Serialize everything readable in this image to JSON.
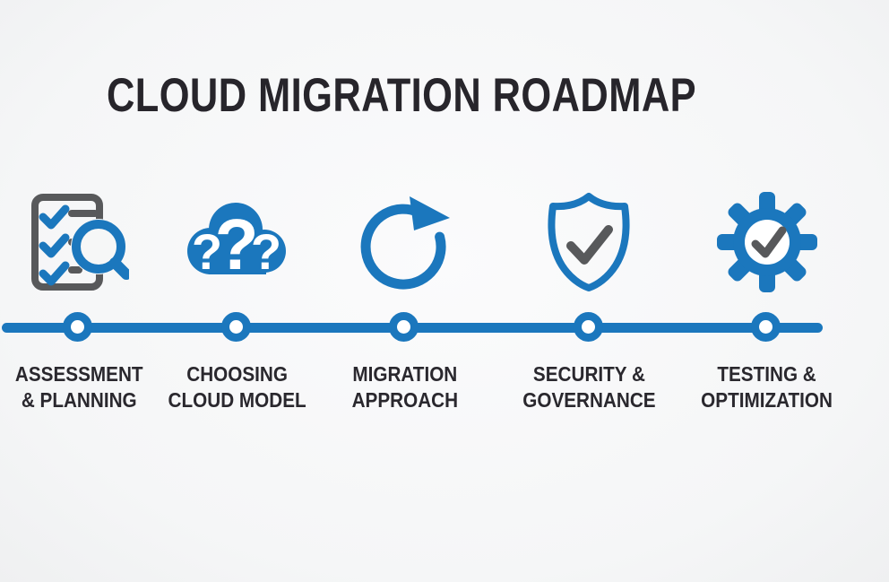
{
  "title": "CLOUD MIGRATION ROADMAP",
  "colors": {
    "accent_blue": "#1b77bd",
    "icon_gray": "#58595b",
    "title_text": "#27252b",
    "background": "#f5f6f7"
  },
  "timeline": {
    "node_count": 5
  },
  "steps": [
    {
      "label_line1": "ASSESSMENT",
      "label_line2": "& PLANNING",
      "icon": "checklist-search-icon"
    },
    {
      "label_line1": "CHOOSING",
      "label_line2": "CLOUD MODEL",
      "icon": "cloud-question-icon",
      "question_mark": "?"
    },
    {
      "label_line1": "MIGRATION",
      "label_line2": "APPROACH",
      "icon": "cycle-arrow-icon"
    },
    {
      "label_line1": "SECURITY &",
      "label_line2": "GOVERNANCE",
      "icon": "shield-check-icon"
    },
    {
      "label_line1": "TESTING &",
      "label_line2": "OPTIMIZATION",
      "icon": "gear-check-icon"
    }
  ]
}
